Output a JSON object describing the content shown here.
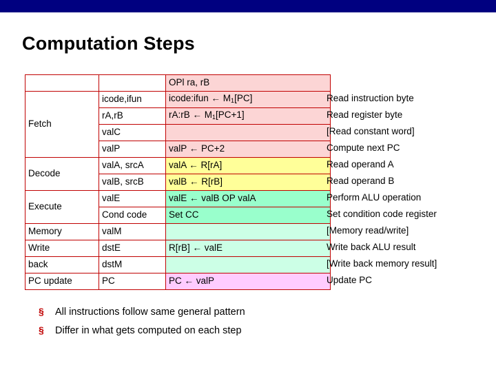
{
  "slide": {
    "title": "Computation Steps",
    "accent_color": "#000080",
    "table_border_color": "#c00000"
  },
  "table": {
    "rows": [
      {
        "stage": "",
        "reg": "",
        "action": "OPl ra, rB",
        "note": ""
      },
      {
        "stage": "",
        "reg": "icode,ifun",
        "action": "icode:ifun ← M1[PC]",
        "note": "Read instruction byte"
      },
      {
        "stage": "Fetch",
        "reg": "rA,rB",
        "action": "rA:rB ← M1[PC+1]",
        "note": "Read register byte"
      },
      {
        "stage": "",
        "reg": "valC",
        "action": "",
        "note": "[Read constant word]"
      },
      {
        "stage": "",
        "reg": "valP",
        "action": "valP ← PC+2",
        "note": "Compute next PC"
      },
      {
        "stage": "Decode",
        "reg": "valA, srcA",
        "action": "valA ← R[rA]",
        "note": "Read operand A"
      },
      {
        "stage": "",
        "reg": "valB, srcB",
        "action": "valB ← R[rB]",
        "note": "Read operand B"
      },
      {
        "stage": "Execute",
        "reg": "valE",
        "action": "valE ← valB OP valA",
        "note": "Perform ALU operation"
      },
      {
        "stage": "",
        "reg": "Cond code",
        "action": "Set CC",
        "note": "Set condition code register"
      },
      {
        "stage": "Memory",
        "reg": "valM",
        "action": "",
        "note": "[Memory read/write]"
      },
      {
        "stage": "Write",
        "reg": "dstE",
        "action": "R[rB] ← valE",
        "note": "Write back ALU result"
      },
      {
        "stage": "back",
        "reg": "dstM",
        "action": "",
        "note": "[Write back memory result]"
      },
      {
        "stage": "PC update",
        "reg": "PC",
        "action": "PC ← valP",
        "note": "Update PC"
      }
    ]
  },
  "bullets": [
    {
      "mark": "§",
      "text": "All instructions follow same general pattern"
    },
    {
      "mark": "§",
      "text": "Differ in what gets computed on each step"
    }
  ]
}
